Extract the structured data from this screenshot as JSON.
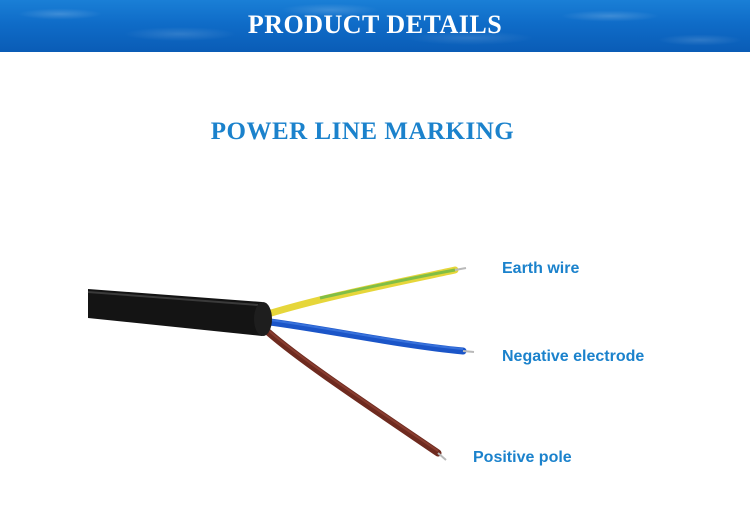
{
  "banner": {
    "title": "PRODUCT DETAILS"
  },
  "section": {
    "title": "POWER LINE MARKING"
  },
  "wires": {
    "earth": {
      "label": "Earth wire",
      "color": "#e0d23a"
    },
    "negative": {
      "label": "Negative electrode",
      "color": "#1e5ad0"
    },
    "positive": {
      "label": "Positive pole",
      "color": "#7a2e22"
    }
  },
  "colors": {
    "accent": "#1b82cc",
    "banner": "#0f6cc8",
    "sheath": "#111111"
  }
}
